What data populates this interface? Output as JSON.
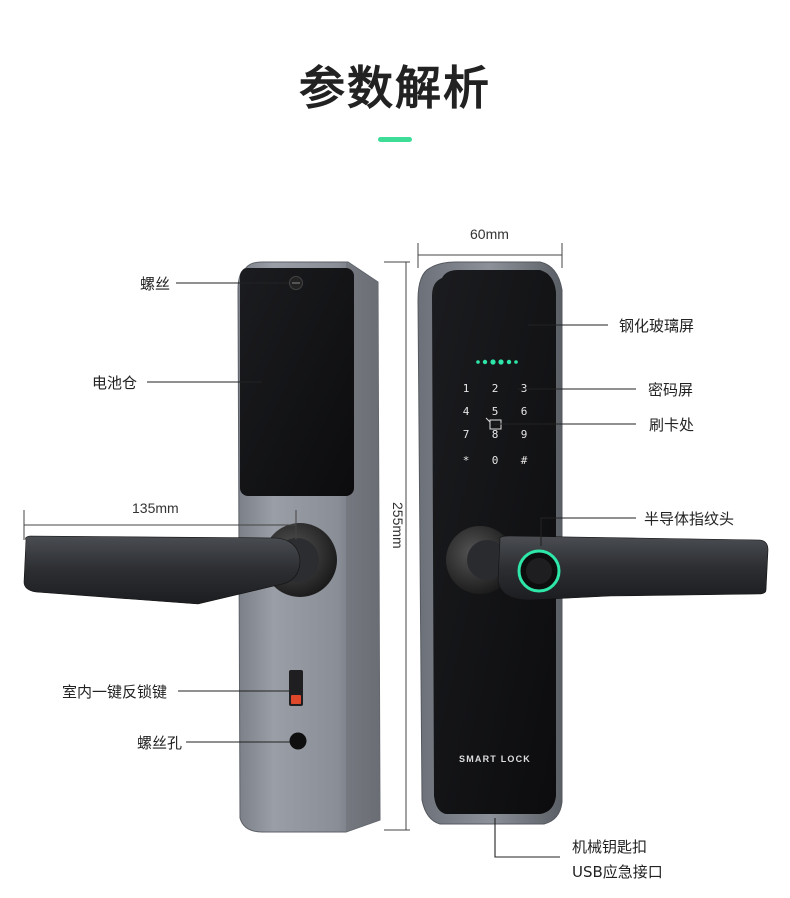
{
  "title": "参数解析",
  "accent_color": "#3ddc97",
  "dimensions": {
    "width": "60mm",
    "handle_length": "135mm",
    "height": "255mm"
  },
  "labels": {
    "screw": "螺丝",
    "battery": "电池仓",
    "indoor_lock": "室内一键反锁键",
    "screw_hole": "螺丝孔",
    "glass": "钢化玻璃屏",
    "keypad": "密码屏",
    "card": "刷卡处",
    "fingerprint": "半导体指纹头",
    "key_line1": "机械钥匙扣",
    "key_line2": "USB应急接口"
  },
  "keypad_keys": [
    "1",
    "2",
    "3",
    "4",
    "5",
    "6",
    "7",
    "8",
    "9",
    "*",
    "0",
    "#"
  ],
  "brand_text": "SMART LOCK",
  "fingerprint_ring_color": "#2ee6a8"
}
